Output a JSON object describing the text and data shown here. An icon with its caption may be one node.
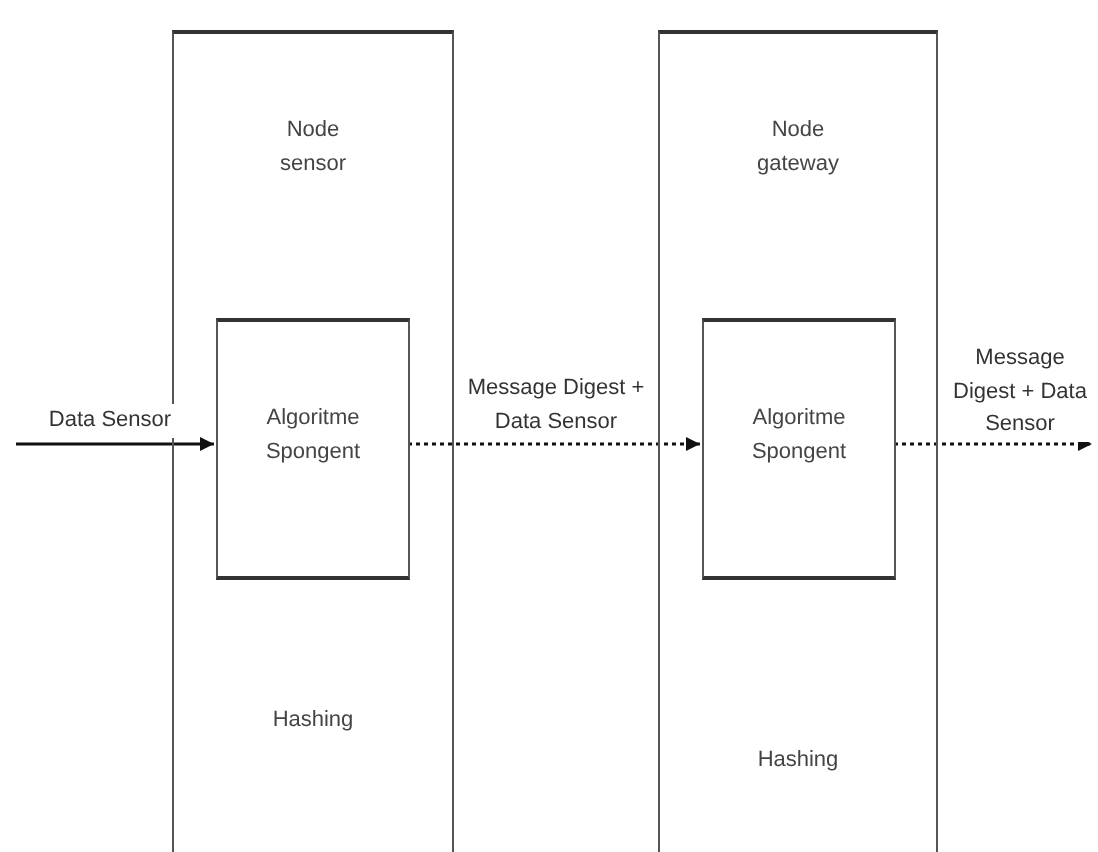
{
  "diagram": {
    "nodes": [
      {
        "text": [
          "Node sensor",
          "Hashing"
        ]
      },
      {
        "text": [
          "Algoritme Spongent"
        ],
        "in": 0
      },
      {
        "text": [
          "Node gateway",
          "Hashing"
        ]
      },
      {
        "text": [
          "Algoritme Spongent"
        ],
        "in": 2
      }
    ],
    "edges": [
      {
        "from": null,
        "to": 1,
        "arrow": "to",
        "label": "Data Sensor"
      },
      {
        "from": 1,
        "to": 3,
        "arrow": "to",
        "label": "Message Digest + Data Sensor",
        "style": "dashed"
      },
      {
        "from": 3,
        "to": null,
        "arrow": "to",
        "label": "Message Digest + Data Sensor",
        "style": "dashed"
      }
    ]
  }
}
